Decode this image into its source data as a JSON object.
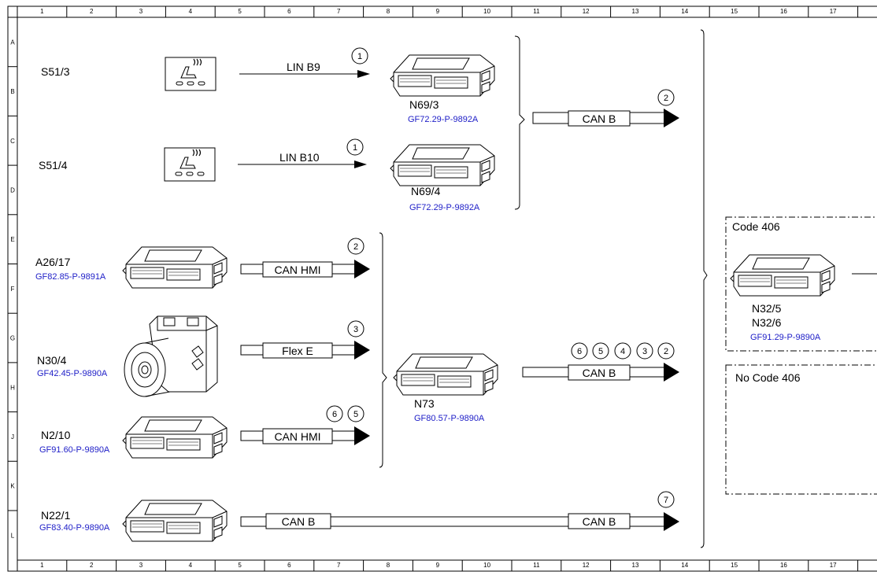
{
  "ruler": {
    "columns": [
      "1",
      "2",
      "3",
      "4",
      "5",
      "6",
      "7",
      "8",
      "9",
      "10",
      "11",
      "12",
      "13",
      "14",
      "15",
      "16",
      "17"
    ],
    "rows": [
      "A",
      "B",
      "C",
      "D",
      "E",
      "F",
      "G",
      "H",
      "J",
      "K",
      "L"
    ]
  },
  "components": {
    "s51_3": {
      "name": "S51/3"
    },
    "s51_4": {
      "name": "S51/4"
    },
    "n69_3": {
      "name": "N69/3",
      "doc": "GF72.29-P-9892A"
    },
    "n69_4": {
      "name": "N69/4",
      "doc": "GF72.29-P-9892A"
    },
    "a26_17": {
      "name": "A26/17",
      "doc": "GF82.85-P-9891A"
    },
    "n30_4": {
      "name": "N30/4",
      "doc": "GF42.45-P-9890A"
    },
    "n2_10": {
      "name": "N2/10",
      "doc": "GF91.60-P-9890A"
    },
    "n73": {
      "name": "N73",
      "doc": "GF80.57-P-9890A"
    },
    "n22_1": {
      "name": "N22/1",
      "doc": "GF83.40-P-9890A"
    },
    "n32_5": {
      "name": "N32/5",
      "name2": "N32/6",
      "doc": "GF91.29-P-9890A"
    }
  },
  "signals": {
    "lin_b9": "LIN B9",
    "lin_b10": "LIN B10",
    "can_b_top": "CAN B",
    "can_hmi_a26": "CAN HMI",
    "flex_e": "Flex E",
    "can_hmi_n2": "CAN HMI",
    "can_b_n73": "CAN B",
    "can_b_n22_left": "CAN B",
    "can_b_n22_right": "CAN B"
  },
  "refs": {
    "lin_b9": [
      "1"
    ],
    "lin_b10": [
      "1"
    ],
    "can_b_top": [
      "2"
    ],
    "can_hmi_a26": [
      "2"
    ],
    "flex_e": [
      "3"
    ],
    "can_hmi_n2": [
      "6",
      "5"
    ],
    "can_b_n73": [
      "6",
      "5",
      "4",
      "3",
      "2"
    ],
    "can_b_n22": [
      "7"
    ]
  },
  "boxes": {
    "code406": "Code 406",
    "no_code406": "No Code 406"
  },
  "colors": {
    "doc_link": "#2020c8",
    "line": "#000000"
  }
}
